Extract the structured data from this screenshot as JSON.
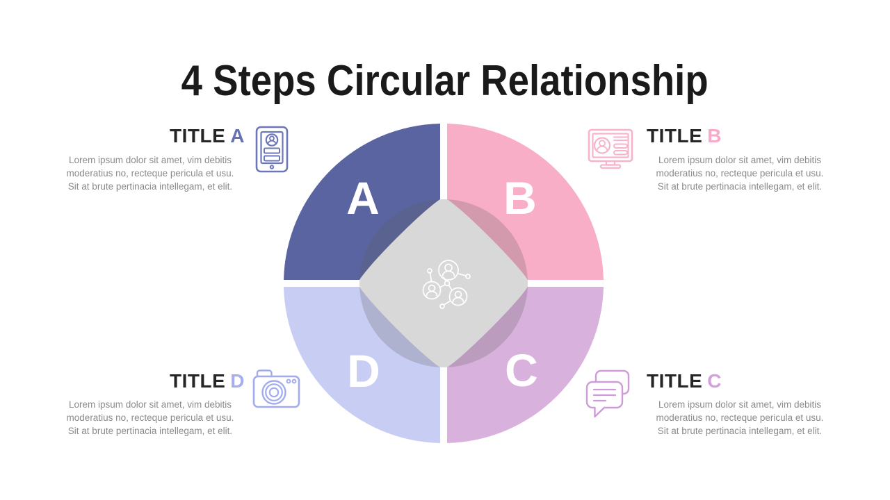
{
  "slide": {
    "title": "4 Steps Circular Relationship",
    "background_color": "#ffffff",
    "title_color": "#1a1a1a"
  },
  "diagram": {
    "center_icon": "people-network-icon",
    "label_color": "#ffffff",
    "overlay": {
      "color": "#5a5a5a",
      "opacity": "0.24"
    },
    "segments": [
      {
        "label": "A",
        "color": "#5a64a1"
      },
      {
        "label": "B",
        "color": "#f9aec8"
      },
      {
        "label": "C",
        "color": "#d9b1dd"
      },
      {
        "label": "D",
        "color": "#c8cdf3"
      }
    ]
  },
  "section_title_color": "#262626",
  "body_text_color": "#8a8a8a",
  "sections": [
    {
      "title_word": "TITLE",
      "title_letter": "A",
      "letter_color": "#6470b2",
      "icon": "tablet-contact-icon",
      "icon_color": "#6b77b8",
      "body_lines": [
        "Lorem ipsum dolor sit amet, vim debitis",
        "moderatius no, recteque pericula et usu.",
        "Sit at brute pertinacia intellegam, et elit."
      ]
    },
    {
      "title_word": "TITLE",
      "title_letter": "B",
      "letter_color": "#f8a9c9",
      "icon": "monitor-profile-icon",
      "icon_color": "#f8b2cc",
      "body_lines": [
        "Lorem ipsum dolor sit amet, vim debitis",
        "moderatius no, recteque pericula et usu.",
        "Sit at brute pertinacia intellegam, et elit."
      ]
    },
    {
      "title_word": "TITLE",
      "title_letter": "C",
      "letter_color": "#d3a0dd",
      "icon": "chat-bubbles-icon",
      "icon_color": "#ce9ad9",
      "body_lines": [
        "Lorem ipsum dolor sit amet, vim debitis",
        "moderatius no, recteque pericula et usu.",
        "Sit at brute pertinacia intellegam, et elit."
      ]
    },
    {
      "title_word": "TITLE",
      "title_letter": "D",
      "letter_color": "#a5aef0",
      "icon": "camera-icon",
      "icon_color": "#a3abf0",
      "body_lines": [
        "Lorem ipsum dolor sit amet, vim debitis",
        "moderatius no, recteque pericula et usu.",
        "Sit at brute pertinacia intellegam, et elit."
      ]
    }
  ]
}
